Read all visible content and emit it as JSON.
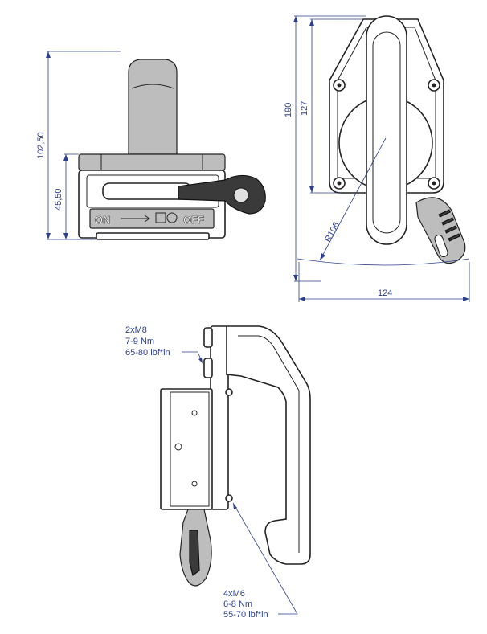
{
  "front_view": {
    "dim_total_height": "102,50",
    "dim_body_height": "45,50",
    "label_on": "ON",
    "label_off": "OFF"
  },
  "top_view": {
    "dim_total_height": "190",
    "dim_plate_height": "127",
    "dim_radius": "R106",
    "dim_width": "124"
  },
  "side_view": {
    "note_upper": {
      "line1": "2xM8",
      "line2": "7-9 Nm",
      "line3": "65-80 lbf*in"
    },
    "note_lower": {
      "line1": "4xM6",
      "line2": "6-8 Nm",
      "line3": "55-70 lbf*in"
    }
  }
}
